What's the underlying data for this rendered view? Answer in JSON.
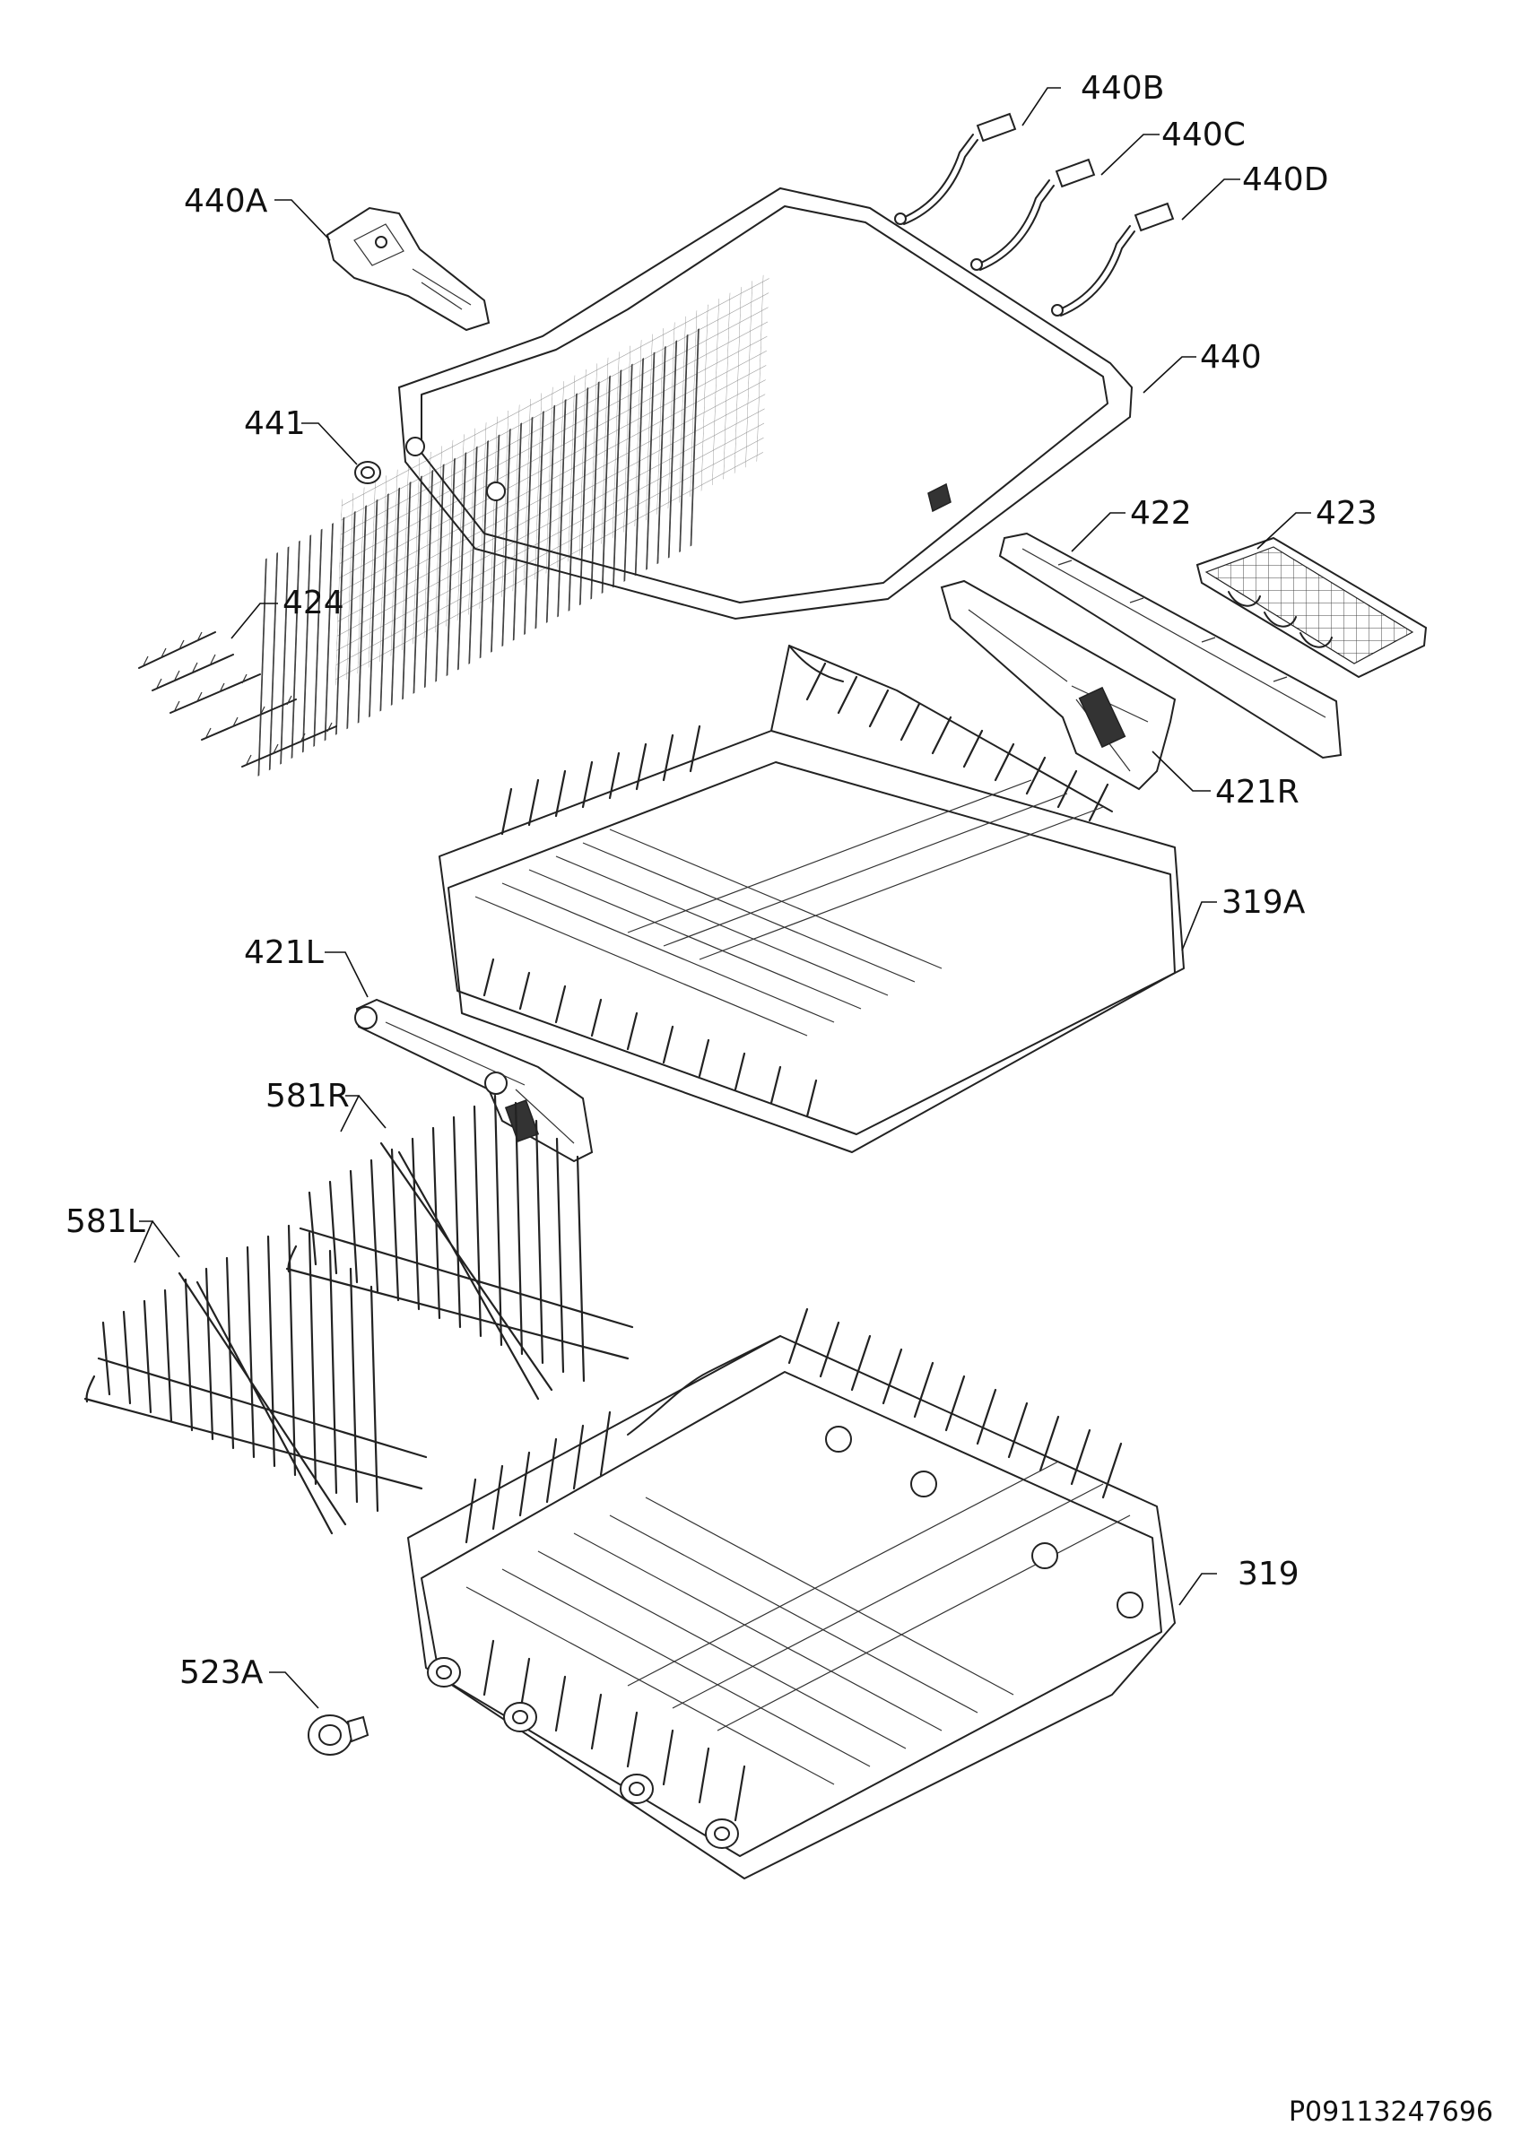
{
  "parts": {
    "p440B": "440B",
    "p440C": "440C",
    "p440D": "440D",
    "p440A": "440A",
    "p440": "440",
    "p441": "441",
    "p422": "422",
    "p423": "423",
    "p424": "424",
    "p421R": "421R",
    "p319A": "319A",
    "p421L": "421L",
    "p581R": "581R",
    "p581L": "581L",
    "p319": "319",
    "p523A": "523A"
  },
  "document_number": "P09113247696"
}
